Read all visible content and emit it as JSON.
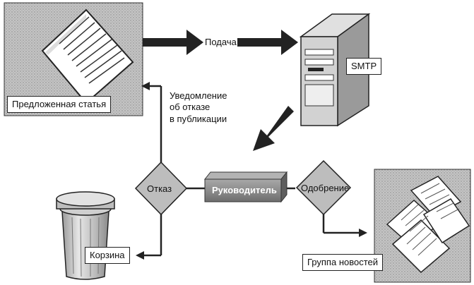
{
  "labels": {
    "proposed_article": "Предложенная статья",
    "submit": "Подача",
    "smtp": "SMTP",
    "rejection_notice": [
      "Уведомление",
      "об отказе",
      "в публикации"
    ],
    "reject": "Отказ",
    "moderator": "Руководитель",
    "approve": "Одобрение",
    "trash": "Корзина",
    "newsgroup": "Группа новостей"
  },
  "icons": {
    "document": "document-icon",
    "server": "server-icon",
    "trash": "trash-can-icon",
    "newsgroup": "newsgroup-documents-icon"
  },
  "colors": {
    "panel": "#b9b9b9",
    "diamond": "#bdbdbd",
    "moderator_bar": "#8c8c8c",
    "arrow": "#222222",
    "line": "#222222"
  }
}
